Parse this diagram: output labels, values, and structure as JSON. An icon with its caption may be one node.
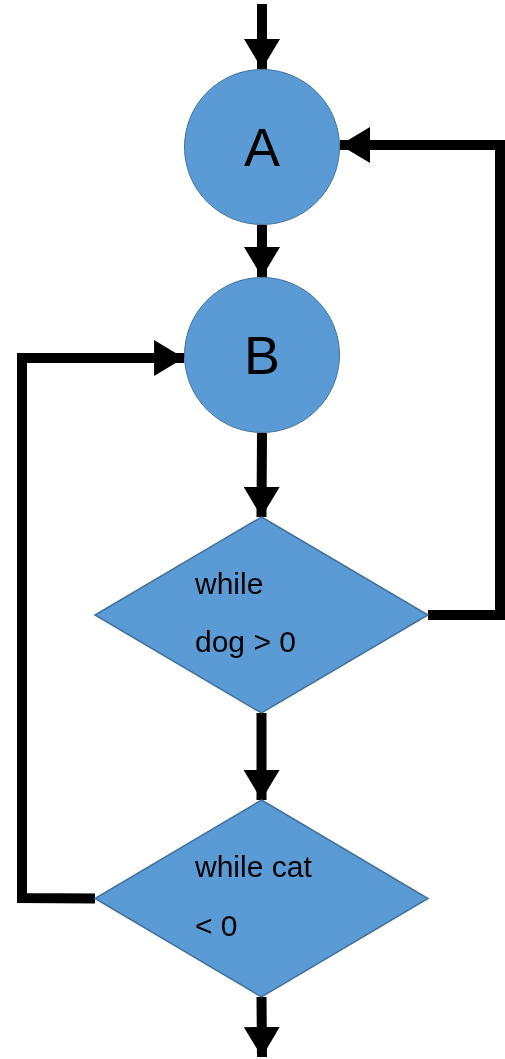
{
  "diagram": {
    "nodes": [
      {
        "text": [
          "A"
        ]
      },
      {
        "text": [
          "B"
        ]
      },
      {
        "text": [
          "while dog > 0"
        ]
      },
      {
        "text": [
          "while cat < 0"
        ]
      }
    ],
    "edges": [
      {
        "from": null,
        "to": 0,
        "arrow": "to"
      },
      {
        "from": 0,
        "to": 1,
        "arrow": "to"
      },
      {
        "from": 1,
        "to": 2,
        "arrow": "to"
      },
      {
        "from": 2,
        "to": 0,
        "arrow": "to"
      },
      {
        "from": 2,
        "to": 3,
        "arrow": "to"
      },
      {
        "from": 3,
        "to": 1,
        "arrow": "to"
      },
      {
        "from": 3,
        "to": null,
        "arrow": "to"
      }
    ]
  }
}
